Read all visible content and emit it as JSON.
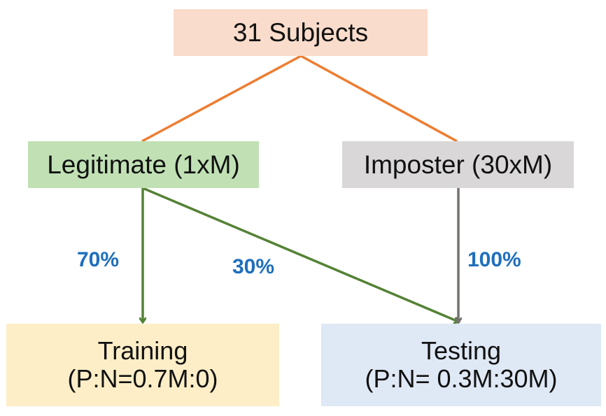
{
  "nodes": {
    "root": {
      "label": "31 Subjects",
      "color": "#f9dccb"
    },
    "legitimate": {
      "label": "Legitimate (1xM)",
      "color": "#c1e1b5"
    },
    "imposter": {
      "label": "Imposter (30xM)",
      "color": "#d9d7d8"
    },
    "training": {
      "line1": "Training",
      "line2": "(P:N=0.7M:0)",
      "color": "#fdeec7"
    },
    "testing": {
      "line1": "Testing",
      "line2": "(P:N= 0.3M:30M)",
      "color": "#dfe8f5"
    }
  },
  "edges": {
    "legit_to_train": {
      "label": "70%",
      "color": "#548235"
    },
    "legit_to_test": {
      "label": "30%",
      "color": "#548235"
    },
    "imposter_to_test": {
      "label": "100%",
      "color": "#767171"
    },
    "root_branch_color": "#ed7d31"
  },
  "label_color": "#1f6fbd"
}
